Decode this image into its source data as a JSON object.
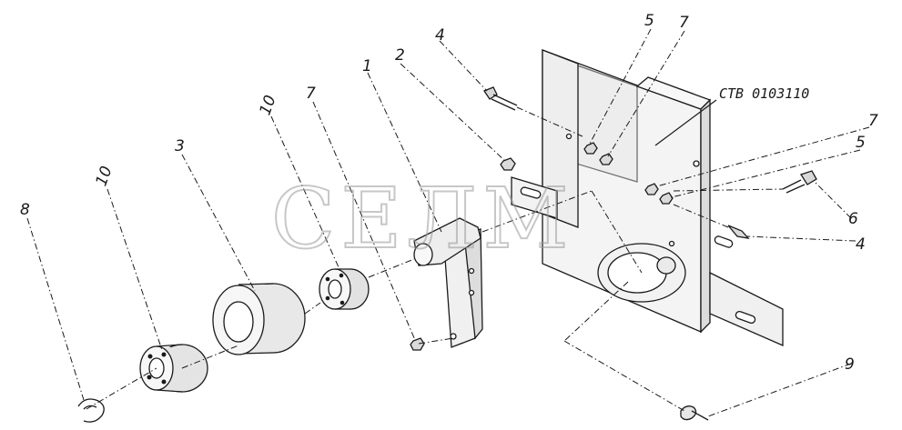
{
  "watermark": "СЕЛМ",
  "drawing_code": "СТВ 0103110",
  "callouts": {
    "c8": "8",
    "c10a": "10",
    "c3": "3",
    "c10b": "10",
    "c7a": "7",
    "c1": "1",
    "c2": "2",
    "c4a": "4",
    "c5a": "5",
    "c7b": "7",
    "c7c": "7",
    "c5b": "5",
    "c6": "6",
    "c4b": "4",
    "c9": "9"
  }
}
